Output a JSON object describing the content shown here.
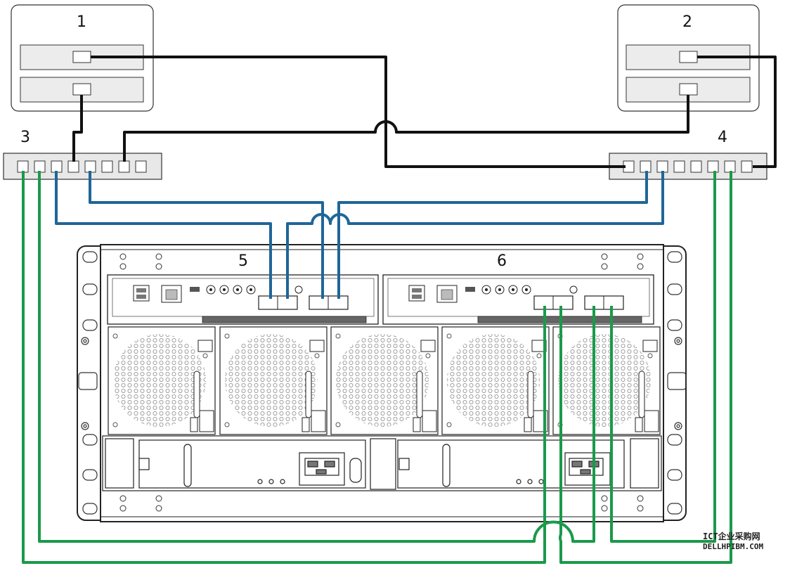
{
  "callouts": {
    "host1": "1",
    "host2": "2",
    "switch3": "3",
    "switch4": "4",
    "controller5": "5",
    "controller6": "6"
  },
  "watermark": {
    "line1": "ICT企业采购网",
    "line2": "DELLHPIBM.COM"
  },
  "colors": {
    "host_link": "#111111",
    "controller_link": "#1f6698",
    "expansion_link": "#1a9a4a",
    "device_fill": "#ececec",
    "device_stroke": "#333333"
  }
}
